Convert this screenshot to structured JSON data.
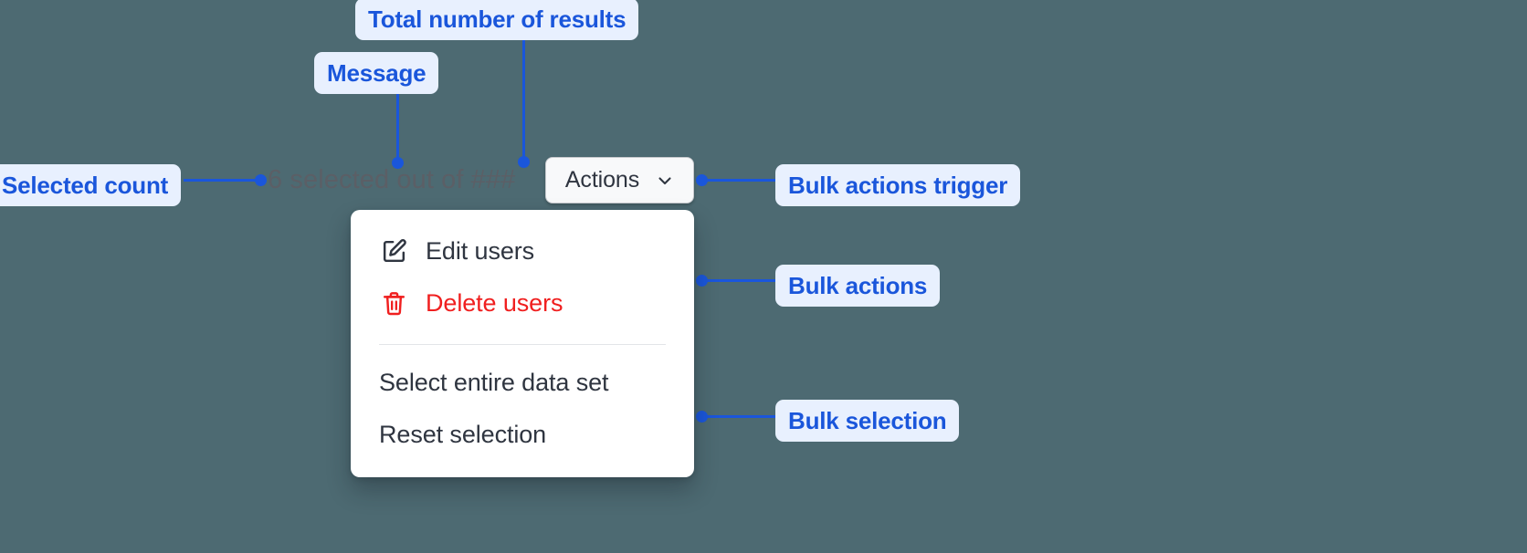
{
  "background_color": "#4d6a72",
  "accent_color": "#1a56db",
  "badge_background": "#e8f0fe",
  "danger_color": "#f01f1f",
  "annotations": [
    {
      "id": "total-results",
      "label": "Total number of results"
    },
    {
      "id": "message",
      "label": "Message"
    },
    {
      "id": "selected-count",
      "label": "Selected count"
    },
    {
      "id": "bulk-actions-trigger",
      "label": "Bulk actions trigger"
    },
    {
      "id": "bulk-actions",
      "label": "Bulk actions"
    },
    {
      "id": "bulk-selection",
      "label": "Bulk selection"
    }
  ],
  "bulk_bar": {
    "selection_message": "6 selected out of ###",
    "selected_count": "6",
    "total_results_placeholder": "###",
    "actions_button": {
      "label": "Actions",
      "chevron_icon": "chevron-down-icon"
    }
  },
  "menu": {
    "groups": [
      {
        "name": "bulk-actions",
        "items": [
          {
            "id": "edit-users",
            "label": "Edit users",
            "icon": "edit-pencil-icon",
            "danger": false
          },
          {
            "id": "delete-users",
            "label": "Delete users",
            "icon": "trash-icon",
            "danger": true
          }
        ]
      },
      {
        "name": "bulk-selection",
        "items": [
          {
            "id": "select-entire-data-set",
            "label": "Select entire data set",
            "icon": null,
            "danger": false
          },
          {
            "id": "reset-selection",
            "label": "Reset selection",
            "icon": null,
            "danger": false
          }
        ]
      }
    ]
  }
}
